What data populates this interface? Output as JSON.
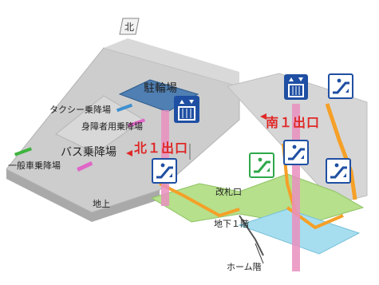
{
  "compass": {
    "label": "北"
  },
  "labels": {
    "bicycle_parking": "駐輪場",
    "taxi": "タクシー乗降場",
    "disabled": "身障者用乗降場",
    "bus": "バス乗降場",
    "general_car": "一般車乗降場",
    "ground": "地上",
    "ticket_gate": "改札口",
    "b1": "地下１階",
    "platform": "ホーム階"
  },
  "exits": {
    "north1": "北１出口",
    "south1": "南１出口"
  },
  "icons": [
    {
      "name": "elevator",
      "color": "#1f4fa3"
    },
    {
      "name": "escalator",
      "color": "#1f4fa3"
    },
    {
      "name": "escalator-green",
      "color": "#2ea84a"
    }
  ],
  "colors": {
    "ground_surface": "#cfcfcf",
    "route_green": "#b5e08a",
    "route_orange": "#f5a028",
    "elevator_shaft": "#ea8fbf",
    "platform_blue": "#9fdcef",
    "exit_red": "#e02828",
    "sign_blue": "#1f4fa3"
  }
}
